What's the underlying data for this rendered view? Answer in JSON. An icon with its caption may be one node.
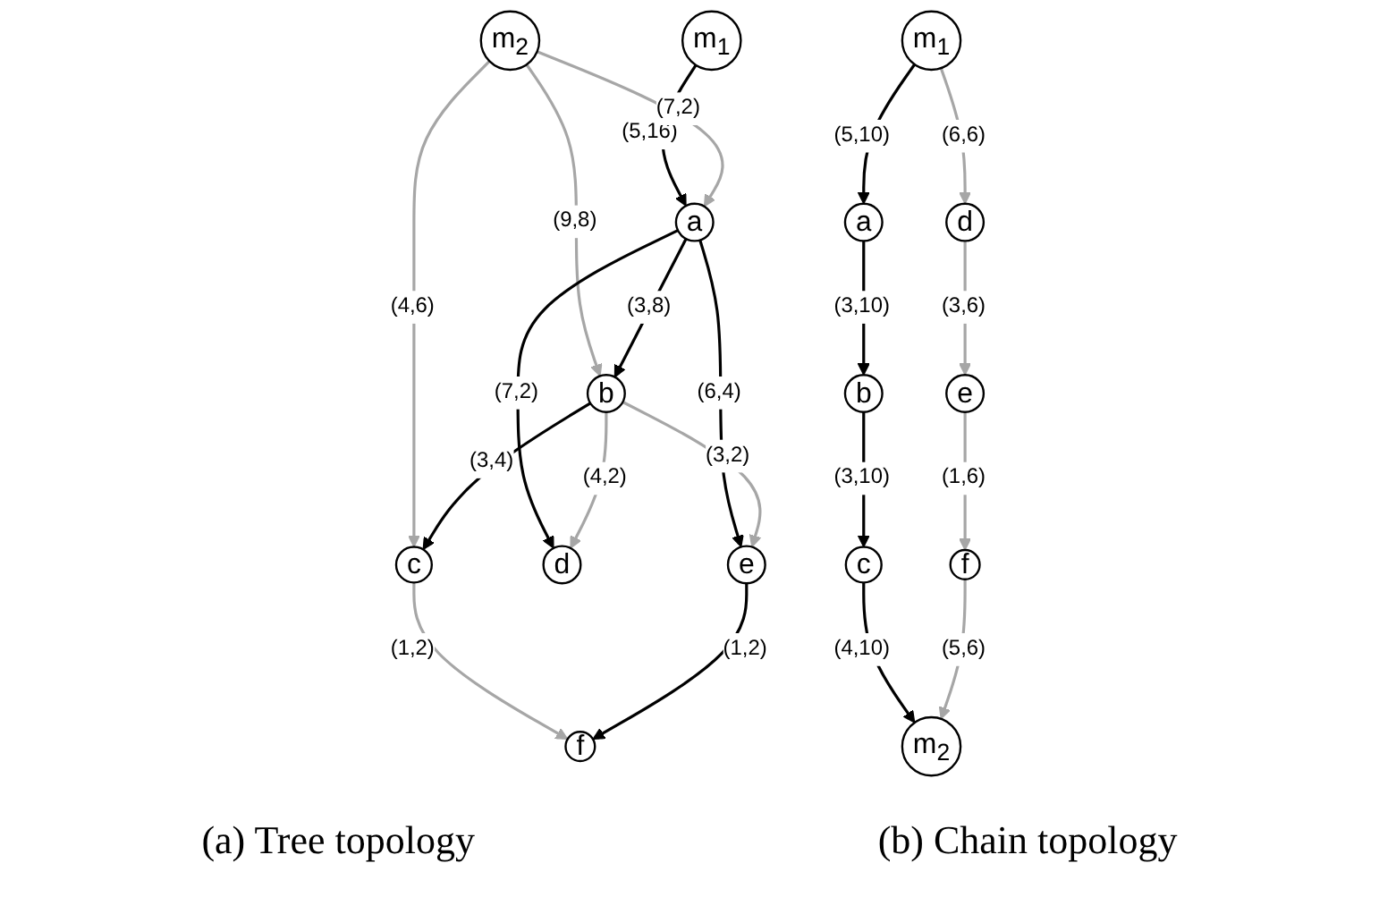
{
  "diagram": {
    "nodes": [
      {
        "text": [
          "m$_{1}$"
        ]
      },
      {
        "text": [
          "m$_{2}$"
        ]
      },
      {
        "text": [
          "a"
        ]
      },
      {
        "text": [
          "b"
        ]
      },
      {
        "text": [
          "c"
        ]
      },
      {
        "text": [
          "d"
        ]
      },
      {
        "text": [
          "e"
        ]
      },
      {
        "text": [
          "f"
        ]
      },
      {
        "text": [
          "m$_{1}$"
        ]
      },
      {
        "text": [
          "m$_{2}$"
        ]
      },
      {
        "text": [
          "a"
        ]
      },
      {
        "text": [
          "b"
        ]
      },
      {
        "text": [
          "c"
        ]
      },
      {
        "text": [
          "d"
        ]
      },
      {
        "text": [
          "e"
        ]
      },
      {
        "text": [
          "f"
        ]
      }
    ],
    "edges": [
      {
        "from": 0,
        "to": 2,
        "arrow": "to",
        "label": "(5,16)"
      },
      {
        "from": 1,
        "to": 2,
        "arrow": "to",
        "label": "(7,2)",
        "color": "#a6a6a6"
      },
      {
        "from": 1,
        "to": 3,
        "arrow": "to",
        "label": "(9,8)",
        "color": "#a6a6a6"
      },
      {
        "from": 1,
        "to": 4,
        "arrow": "to",
        "label": "(4,6)",
        "color": "#a6a6a6"
      },
      {
        "from": 2,
        "to": 3,
        "arrow": "to",
        "label": "(3,8)"
      },
      {
        "from": 2,
        "to": 5,
        "arrow": "to",
        "label": "(7,2)"
      },
      {
        "from": 2,
        "to": 6,
        "arrow": "to",
        "label": "(6,4)"
      },
      {
        "from": 3,
        "to": 4,
        "arrow": "to",
        "label": "(3,4)"
      },
      {
        "from": 3,
        "to": 5,
        "arrow": "to",
        "label": "(4,2)",
        "color": "#a6a6a6"
      },
      {
        "from": 3,
        "to": 6,
        "arrow": "to",
        "label": "(3,2)",
        "color": "#a6a6a6"
      },
      {
        "from": 4,
        "to": 7,
        "arrow": "to",
        "label": "(1,2)",
        "color": "#a6a6a6"
      },
      {
        "from": 6,
        "to": 7,
        "arrow": "to",
        "label": "(1,2)"
      },
      {
        "from": 8,
        "to": 10,
        "arrow": "to",
        "label": "(5,10)"
      },
      {
        "from": 10,
        "to": 11,
        "arrow": "to",
        "label": "(3,10)"
      },
      {
        "from": 11,
        "to": 12,
        "arrow": "to",
        "label": "(3,10)"
      },
      {
        "from": 12,
        "to": 9,
        "arrow": "to",
        "label": "(4,10)"
      },
      {
        "from": 8,
        "to": 13,
        "arrow": "to",
        "label": "(6,6)",
        "color": "#a6a6a6"
      },
      {
        "from": 13,
        "to": 14,
        "arrow": "to",
        "label": "(3,6)",
        "color": "#a6a6a6"
      },
      {
        "from": 14,
        "to": 15,
        "arrow": "to",
        "label": "(1,6)",
        "color": "#a6a6a6"
      },
      {
        "from": 15,
        "to": 9,
        "arrow": "to",
        "label": "(5,6)",
        "color": "#a6a6a6"
      }
    ],
    "labels": [
      "(a) Tree topology",
      "(b) Chain topology"
    ]
  }
}
